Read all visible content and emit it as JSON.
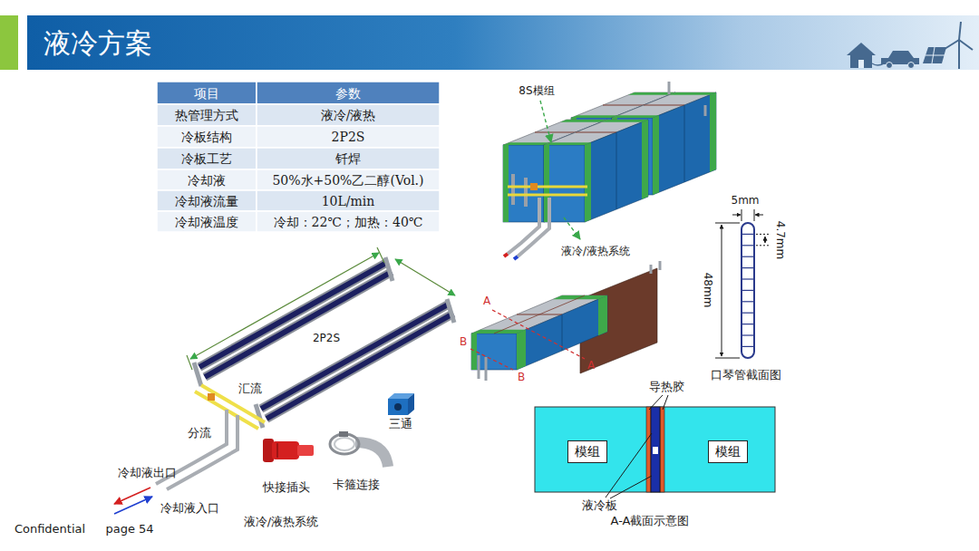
{
  "diagram": {
    "title": "液冷方案",
    "nodes": [
      {
        "text": [
          "模组"
        ]
      },
      {
        "text": [
          "模组"
        ]
      }
    ],
    "labels": [
      "项目",
      "参数",
      "热管理方式",
      "液冷/液热",
      "冷板结构",
      "2P2S",
      "冷板工艺",
      "钎焊",
      "冷却液",
      "50%水+50%乙二醇(Vol.)",
      "冷却液流量",
      "10L/min",
      "冷却液温度",
      "冷却：22℃；加热：40℃",
      "8S模组",
      "液冷/液热系统",
      "5mm",
      "4.7mm",
      "48mm",
      "口琴管截面图",
      "A",
      "B",
      "B",
      "A",
      "导热胶",
      "液冷板",
      "A-A截面示意图",
      "2P2S",
      "汇流",
      "分流",
      "三通",
      "冷却液出口",
      "冷却液入口",
      "快接插头",
      "卡箍连接",
      "液冷/液热系统",
      "Confidential",
      "page 54"
    ]
  }
}
